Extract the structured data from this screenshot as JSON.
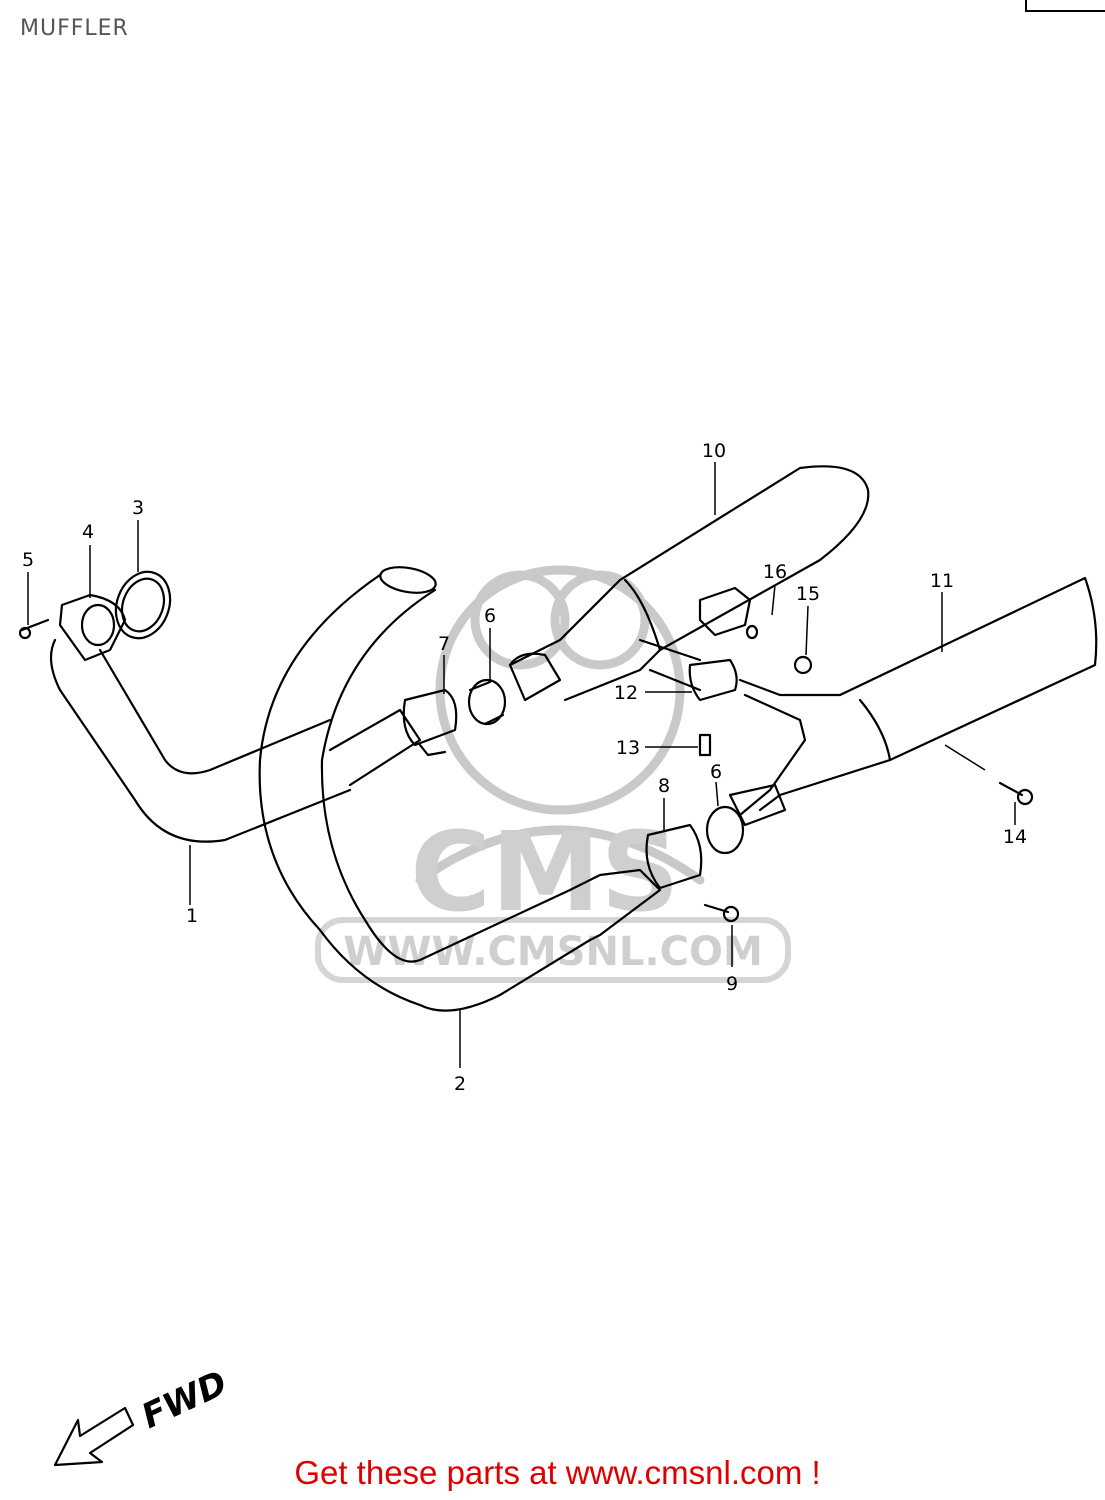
{
  "header": {
    "title": "MUFFLER"
  },
  "watermark": {
    "logo_text": "CMS",
    "url_text": "WWW.CMSNL.COM"
  },
  "direction": {
    "label": "FWD"
  },
  "callouts": [
    {
      "id": "1",
      "part": "exhaust-pipe-front"
    },
    {
      "id": "2",
      "part": "exhaust-pipe-rear"
    },
    {
      "id": "3",
      "part": "gasket"
    },
    {
      "id": "4",
      "part": "flange"
    },
    {
      "id": "5",
      "part": "bolt"
    },
    {
      "id": "6",
      "part": "connector"
    },
    {
      "id": "6",
      "part": "connector"
    },
    {
      "id": "7",
      "part": "clamp"
    },
    {
      "id": "8",
      "part": "clamp"
    },
    {
      "id": "9",
      "part": "bolt"
    },
    {
      "id": "10",
      "part": "muffler-upper"
    },
    {
      "id": "11",
      "part": "muffler-lower"
    },
    {
      "id": "12",
      "part": "clamp"
    },
    {
      "id": "13",
      "part": "bolt"
    },
    {
      "id": "14",
      "part": "bolt"
    },
    {
      "id": "15",
      "part": "nut"
    },
    {
      "id": "16",
      "part": "bracket"
    }
  ],
  "footer": {
    "promo": "Get these parts at www.cmsnl.com !"
  },
  "colors": {
    "promo": "#e10000",
    "line": "#000000",
    "watermark": "#c9c9c9"
  }
}
